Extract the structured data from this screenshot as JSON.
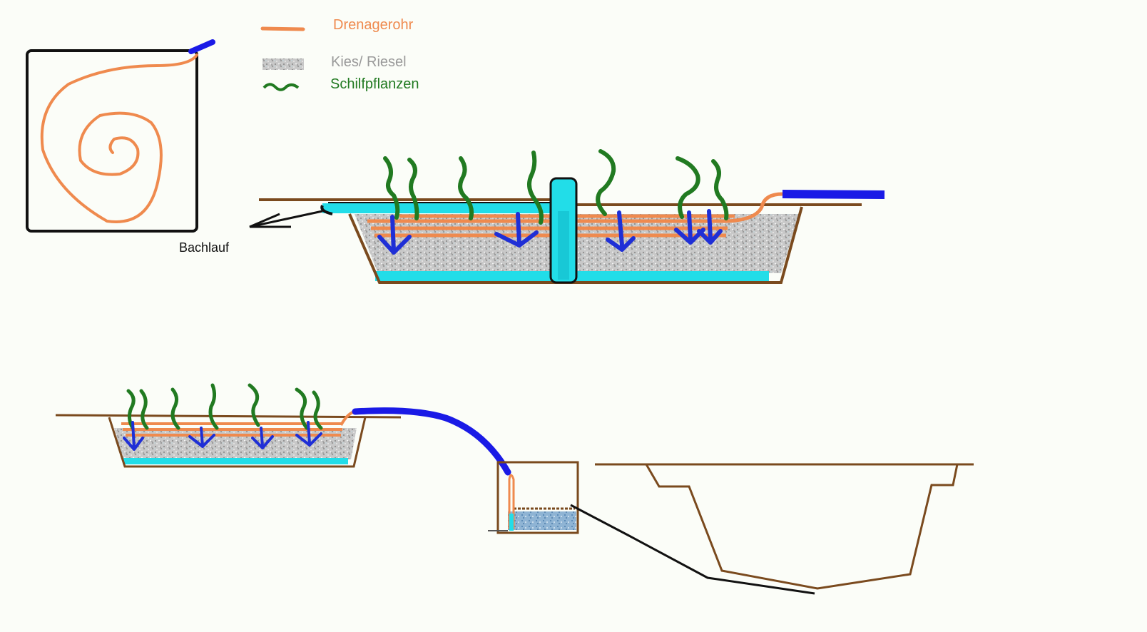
{
  "legend": {
    "drain_pipe": "Drenagerohr",
    "gravel": "Kies/ Riesel",
    "reeds": "Schilfpflanzen"
  },
  "labels": {
    "stream": "Bachlauf"
  },
  "colors": {
    "background": "#fbfdf8",
    "drain_pipe": "#ef8a4e",
    "gravel": "#a9a9a9",
    "reeds": "#217a21",
    "soil": "#7a4a1e",
    "water": "#22dde8",
    "flow_arrows": "#1f2fd6",
    "hose": "#1a1ae6",
    "outline": "#111111"
  },
  "icons": [
    "spiral-pipe-icon",
    "reed-icon",
    "downflow-arrow-icon",
    "outflow-arrow-icon"
  ]
}
